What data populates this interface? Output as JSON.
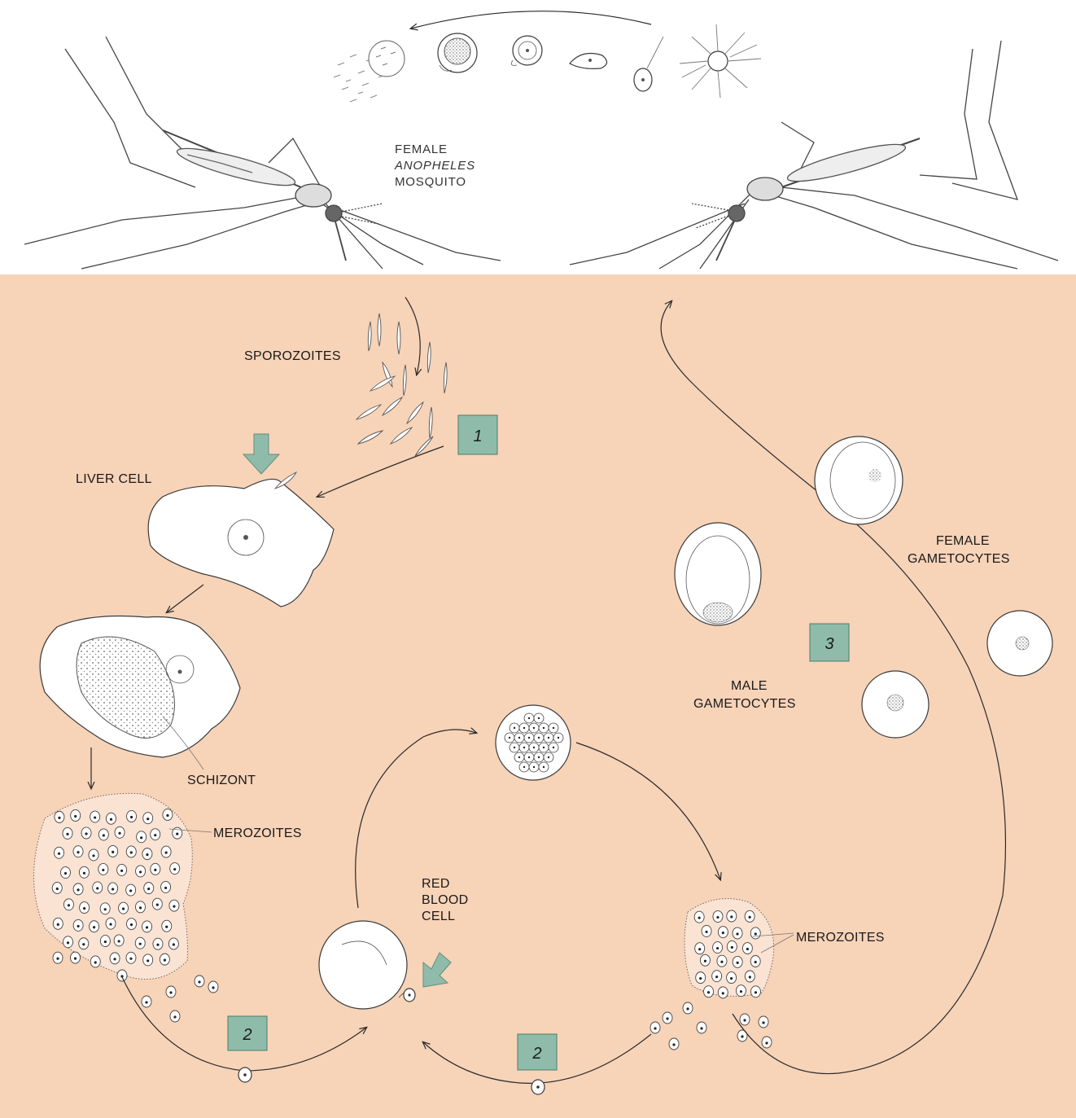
{
  "labels": {
    "mosquito_line1": "FEMALE",
    "mosquito_line2": "ANOPHELES",
    "mosquito_line3": "MOSQUITO",
    "sporozoites": "SPOROZOITES",
    "liver_cell": "LIVER CELL",
    "schizont": "SCHIZONT",
    "merozoites_left": "MEROZOITES",
    "red_line1": "RED",
    "red_line2": "BLOOD",
    "red_line3": "CELL",
    "merozoites_right": "MEROZOITES",
    "female_line1": "FEMALE",
    "female_line2": "GAMETOCYTES",
    "male_line1": "MALE",
    "male_line2": "GAMETOCYTES"
  },
  "steps": {
    "step1": "1",
    "step2a": "2",
    "step2b": "2",
    "step3": "3"
  },
  "colors": {
    "background_top": "#ffffff",
    "background_body": "#f7d3b8",
    "step_box": "#8fbcaa",
    "pointer_arrow": "#8fbcaa",
    "line": "#2a2a2a"
  }
}
